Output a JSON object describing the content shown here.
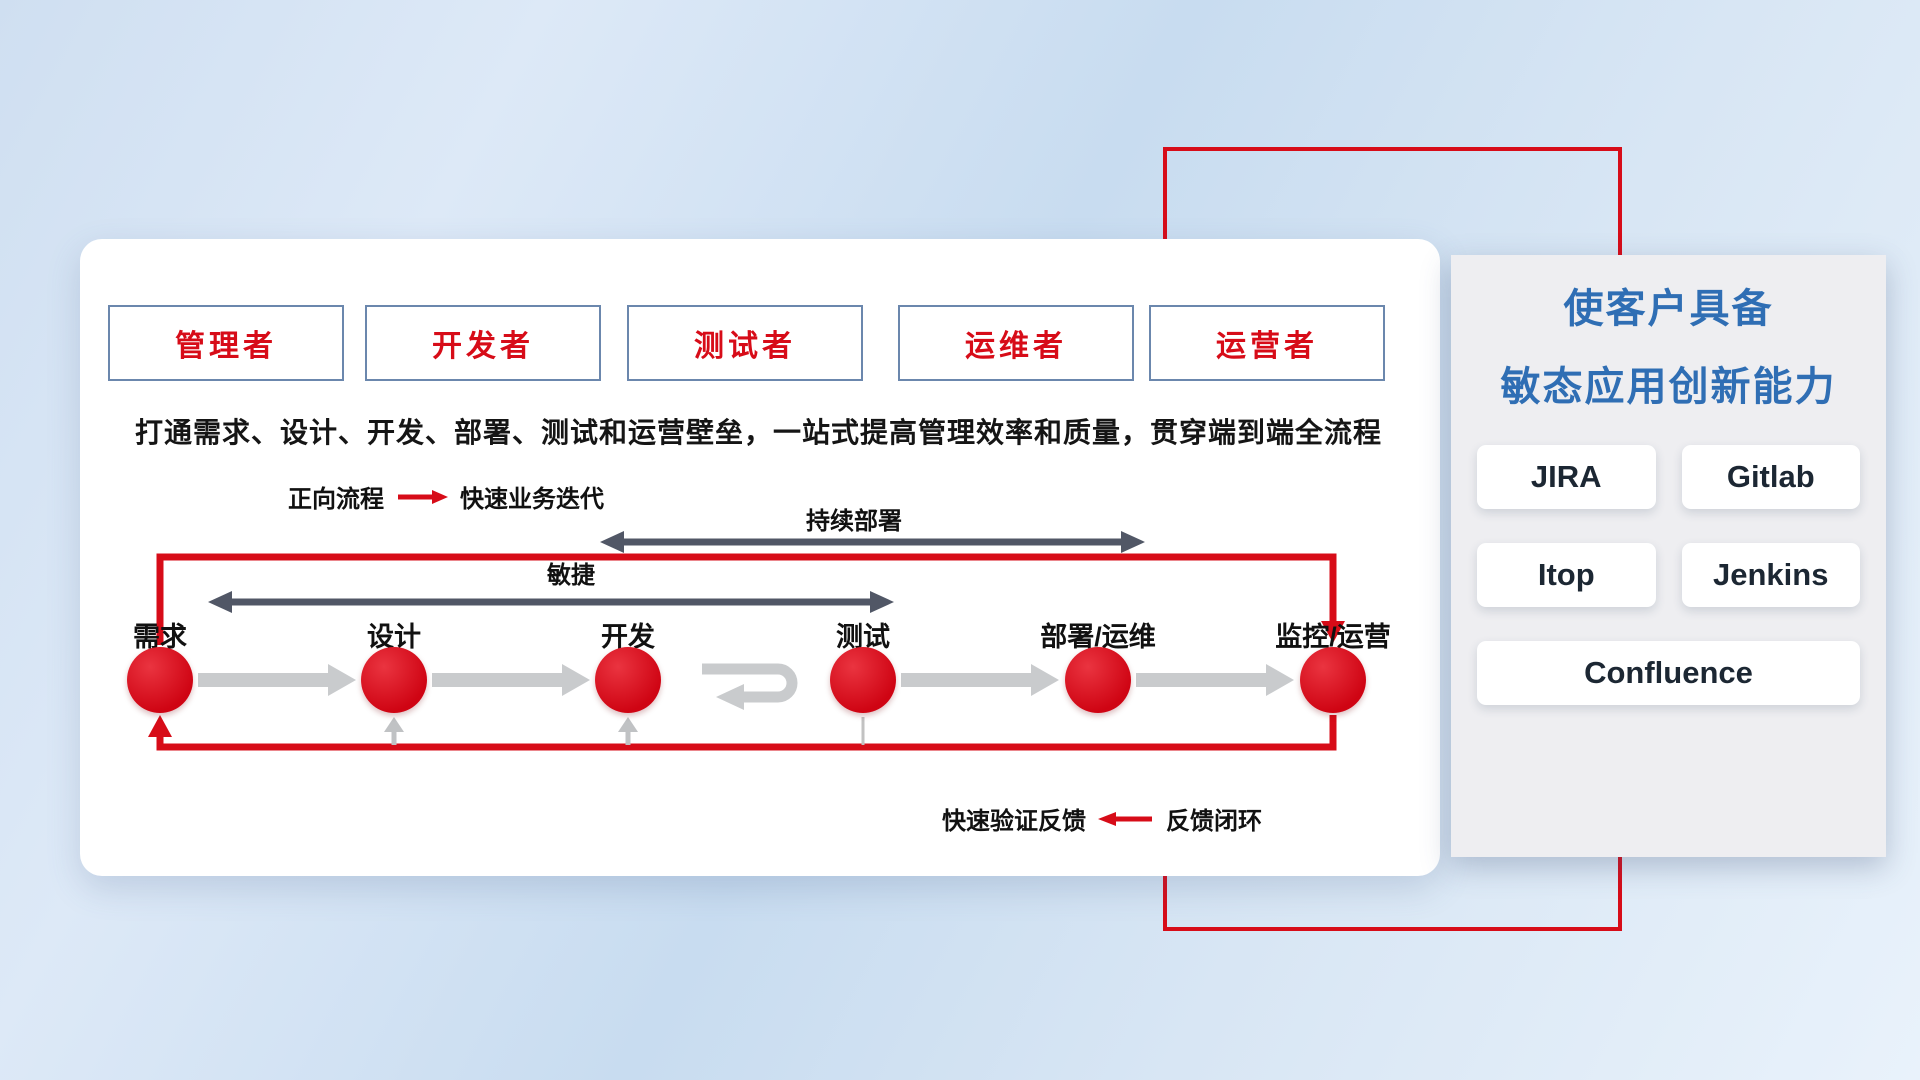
{
  "colors": {
    "accent_red": "#d70c18",
    "title_blue": "#2f6eb4",
    "dark_arrow": "#515766",
    "gray_arrow": "#c9cbcd"
  },
  "card": {
    "roles": [
      "管理者",
      "开发者",
      "测试者",
      "运维者",
      "运营者"
    ],
    "description": "打通需求、设计、开发、部署、测试和运营壁垒，一站式提高管理效率和质量，贯穿端到端全流程",
    "legend_forward": {
      "label": "正向流程",
      "text": "快速业务迭代"
    },
    "deploy_label": "持续部署",
    "agile_label": "敏捷",
    "stages": [
      "需求",
      "设计",
      "开发",
      "测试",
      "部署/运维",
      "监控/运营"
    ],
    "legend_feedback": {
      "text": "快速验证反馈",
      "label": "反馈闭环"
    }
  },
  "panel": {
    "title1": "使客户具备",
    "title2": "敏态应用创新能力",
    "tools": [
      "JIRA",
      "Gitlab",
      "Itop",
      "Jenkins",
      "Confluence"
    ]
  }
}
